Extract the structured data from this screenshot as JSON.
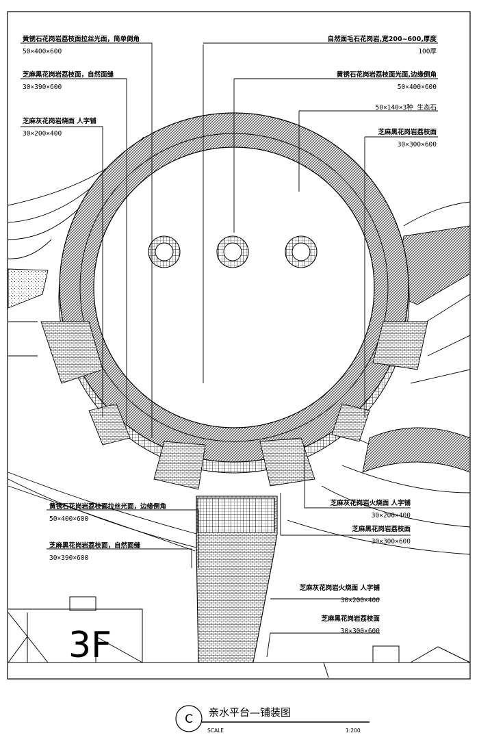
{
  "callouts": [
    {
      "desc": "黄锈石花岗岩荔枝面拉丝光面，简单倒角",
      "spec": "50×400×600"
    },
    {
      "desc": "芝麻黑花岗岩荔枝面，自然面缝",
      "spec": "30×390×600"
    },
    {
      "desc": "芝麻灰花岗岩烧面 人字铺",
      "spec": "30×200×400"
    },
    {
      "desc": "自然面毛石花岗岩,宽200~600,厚度",
      "spec": "100厚"
    },
    {
      "desc": "黄锈石花岗岩荔枝面光面,边缘倒角",
      "spec": "50×400×600"
    },
    {
      "desc": "",
      "spec": "50×140×3种 生态石"
    },
    {
      "desc": "芝麻黑花岗岩荔枝面",
      "spec": "30×300×600"
    },
    {
      "desc": "黄锈石花岗岩荔枝面拉丝光面，边缘倒角",
      "spec": "50×400×600"
    },
    {
      "desc": "芝麻黑花岗岩荔枝面，自然面缝",
      "spec": "30×390×600"
    },
    {
      "desc": "芝麻灰花岗岩火烧面 人字铺",
      "spec": "30×200×400"
    },
    {
      "desc": "芝麻黑花岗岩荔枝面",
      "spec": "30×300×600"
    },
    {
      "desc": "芝麻灰花岗岩火烧面 人字铺",
      "spec": "30×200×400"
    },
    {
      "desc": "芝麻黑花岗岩荔枝面",
      "spec": "30×300×600"
    }
  ],
  "site_mark": "3F",
  "title_block": {
    "symbol": "C",
    "title": "亲水平台—铺装图",
    "scale_label": "SCALE",
    "scale_value": "1:200"
  }
}
